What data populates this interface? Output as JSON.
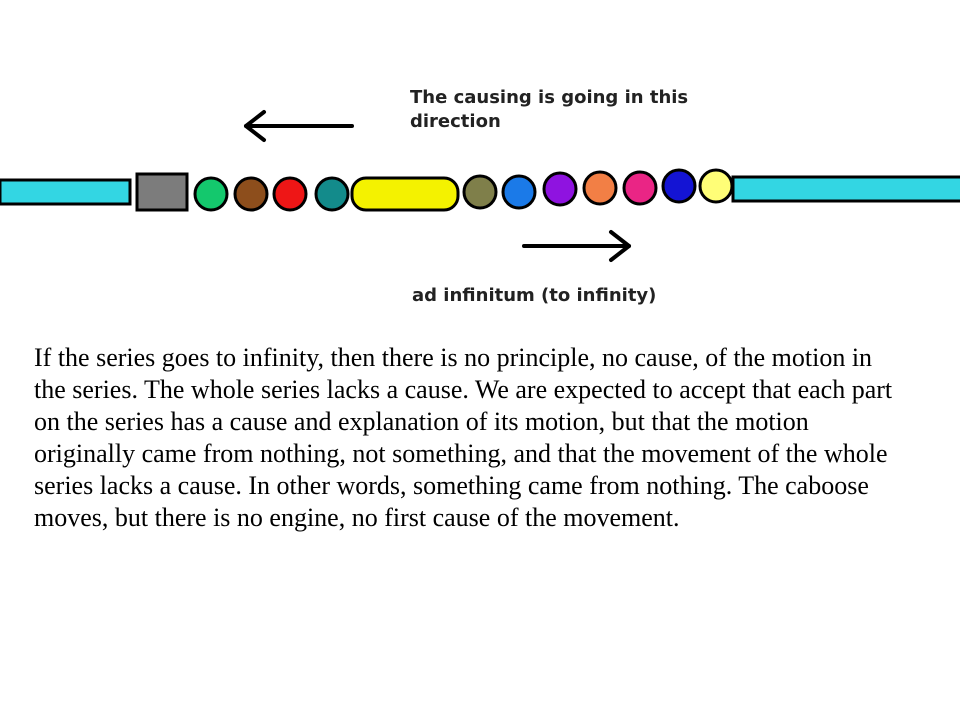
{
  "diagram": {
    "top_label": "The causing is going in this\ndirection",
    "bottom_label": "ad infinitum (to infinity)",
    "colors": {
      "rail": "#33d6e3",
      "gray_box": "#7c7c7c",
      "green": "#14c86d",
      "brown": "#8d4e1c",
      "red": "#ee1616",
      "teal": "#138b8b",
      "yellow": "#f4f200",
      "olive": "#7f7f4a",
      "blue": "#1b7ae8",
      "purple": "#8f13e0",
      "orange": "#f27f45",
      "pink": "#ea2585",
      "navy": "#1414d4",
      "light_yellow": "#fffe77"
    }
  },
  "body": {
    "paragraph": "If the series goes to infinity, then there is no principle, no cause, of the motion in the series.  The whole series lacks a cause.  We are expected to accept that each part on the series has a cause and explanation of its motion, but that the motion originally came from nothing, not something, and that the movement of the whole series lacks a cause.  In other words, something came from nothing.  The caboose moves, but there is no engine, no first cause of the movement."
  }
}
